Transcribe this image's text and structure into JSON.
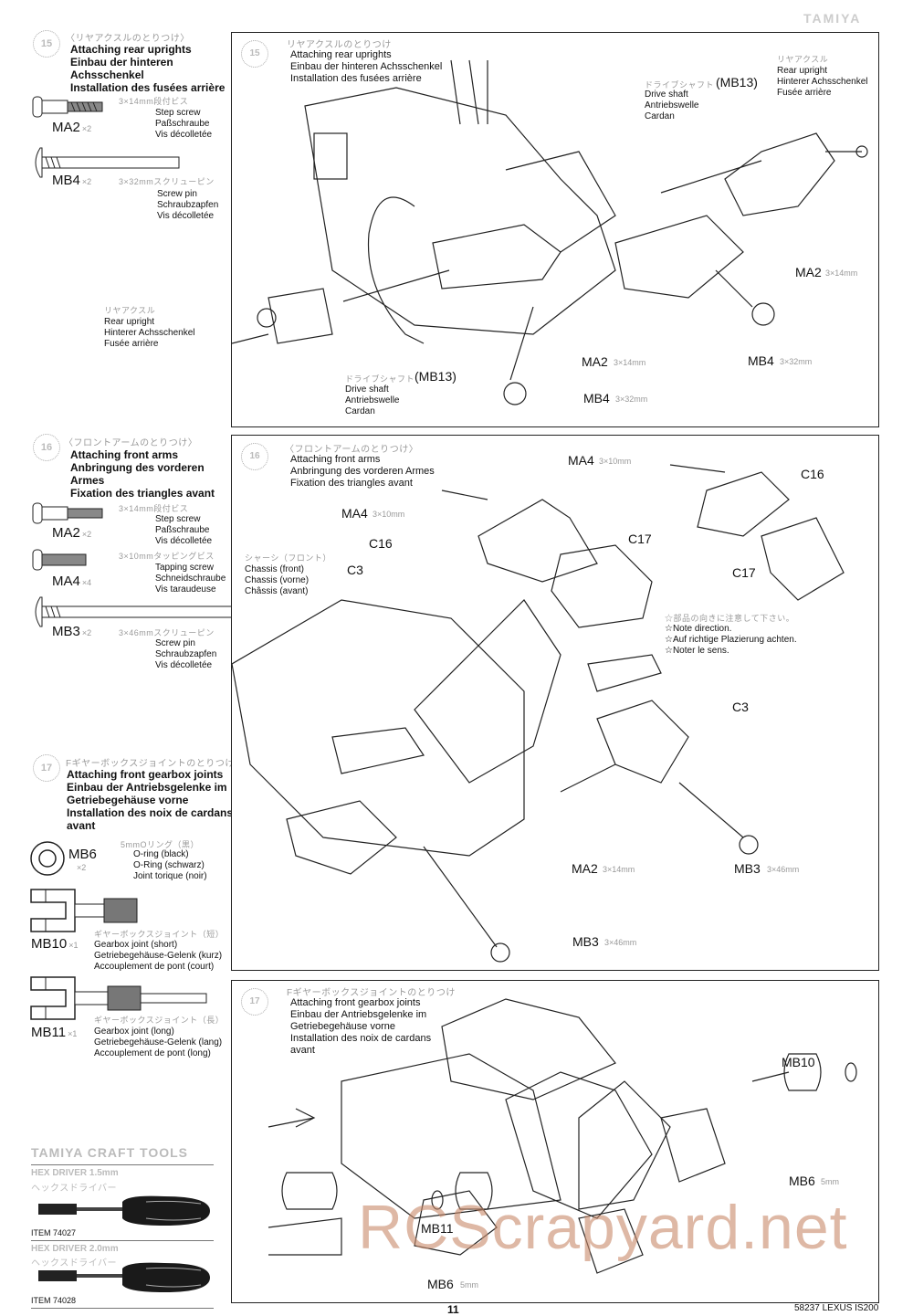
{
  "page": {
    "header_right_faded": "TAMIYA",
    "page_number": "11",
    "footer_model": "58237 LEXUS IS200",
    "watermark": "RCScrapyard.net"
  },
  "left_column": {
    "step15": {
      "step_number": "15",
      "jp_title": "〈リヤアクスルのとりつけ〉",
      "title_lines": [
        "Attaching rear uprights",
        "Einbau der hinteren",
        "Achsschenkel",
        "Installation des fusées arrière"
      ],
      "parts": [
        {
          "code": "MA2",
          "qty": "×2",
          "jp": "3×14mm段付ビス",
          "desc": [
            "Step screw",
            "Paßschraube",
            "Vis décolletée"
          ]
        },
        {
          "code": "MB4",
          "qty": "×2",
          "jp": "3×32mmスクリューピン",
          "desc": [
            "Screw pin",
            "Schraubzapfen",
            "Vis décolletée"
          ]
        }
      ]
    },
    "step16": {
      "step_number": "16",
      "jp_title": "〈フロントアームのとりつけ〉",
      "title_lines": [
        "Attaching front arms",
        "Anbringung des vorderen",
        "Armes",
        "Fixation des triangles avant"
      ],
      "parts": [
        {
          "code": "MA2",
          "qty": "×2",
          "jp": "3×14mm段付ビス",
          "desc": [
            "Step screw",
            "Paßschraube",
            "Vis décolletée"
          ]
        },
        {
          "code": "MA4",
          "qty": "×4",
          "jp": "3×10mmタッピングビス",
          "desc": [
            "Tapping screw",
            "Schneidschraube",
            "Vis taraudeuse"
          ]
        },
        {
          "code": "MB3",
          "qty": "×2",
          "jp": "3×46mmスクリューピン",
          "desc": [
            "Screw pin",
            "Schraubzapfen",
            "Vis décolletée"
          ]
        }
      ]
    },
    "step17": {
      "step_number": "17",
      "jp_title": "Fギヤーボックスジョイントのとりつけ",
      "title_lines": [
        "Attaching front gearbox joints",
        "Einbau der Antriebsgelenke im",
        "Getriebegehäuse vorne",
        "Installation des noix de cardans",
        "avant"
      ],
      "parts": [
        {
          "code": "MB6",
          "qty": "×2",
          "jp": "5mmOリング（黒）",
          "desc": [
            "O-ring (black)",
            "O-Ring (schwarz)",
            "Joint torique (noir)"
          ]
        },
        {
          "code": "MB10",
          "qty": "×1",
          "jp": "ギヤーボックスジョイント（短）",
          "desc": [
            "Gearbox joint (short)",
            "Getriebegehäuse-Gelenk (kurz)",
            "Accouplement de pont (court)"
          ]
        },
        {
          "code": "MB11",
          "qty": "×1",
          "jp": "ギヤーボックスジョイント（長）",
          "desc": [
            "Gearbox joint (long)",
            "Getriebegehäuse-Gelenk (lang)",
            "Accouplement de pont (long)"
          ]
        }
      ]
    },
    "tools": {
      "heading_faded": "TAMIYA CRAFT TOOLS",
      "items": [
        {
          "name_faded": "HEX DRIVER 1.5mm",
          "jp_faded": "ヘックスドライバー",
          "item": "ITEM 74027"
        },
        {
          "name_faded": "HEX DRIVER 2.0mm",
          "jp_faded": "ヘックスドライバー",
          "item": "ITEM 74028"
        }
      ]
    }
  },
  "panel15": {
    "jp_title": "リヤアクスルのとりつけ",
    "title_lines": [
      "Attaching rear uprights",
      "Einbau der hinteren Achsschenkel",
      "Installation des fusées arrière"
    ],
    "callouts": {
      "driveshaft_right": {
        "jp": "ドライブシャフト",
        "code": "(MB13)",
        "desc": [
          "Drive shaft",
          "Antriebswelle",
          "Cardan"
        ]
      },
      "upright_right": {
        "jp": "リヤアクスル",
        "desc": [
          "Rear upright",
          "Hinterer Achsschenkel",
          "Fusée arrière"
        ]
      },
      "upright_left": {
        "jp": "リヤアクスル",
        "desc": [
          "Rear upright",
          "Hinterer Achsschenkel",
          "Fusée arrière"
        ]
      },
      "driveshaft_left": {
        "jp": "ドライブシャフト",
        "code": "(MB13)",
        "desc": [
          "Drive shaft",
          "Antriebswelle",
          "Cardan"
        ]
      },
      "ma2_right": {
        "code": "MA2",
        "dim": "3×14mm"
      },
      "ma2_center": {
        "code": "MA2",
        "dim": "3×14mm"
      },
      "mb4_right": {
        "code": "MB4",
        "dim": "3×32mm"
      },
      "mb4_bottom": {
        "code": "MB4",
        "dim": "3×32mm"
      }
    }
  },
  "panel16": {
    "jp_title": "〈フロントアームのとりつけ〉",
    "title_lines": [
      "Attaching front arms",
      "Anbringung des vorderen Armes",
      "Fixation des triangles avant"
    ],
    "callouts": {
      "ma4_top": {
        "code": "MA4",
        "dim": "3×10mm"
      },
      "ma4_left": {
        "code": "MA4",
        "dim": "3×10mm"
      },
      "c16_left": "C16",
      "c16_right": "C16",
      "c17_center": "C17",
      "c17_right": "C17",
      "chassis": {
        "jp": "シャーシ（フロント）",
        "desc": [
          "Chassis (front)",
          "Chassis (vorne)",
          "Châssis (avant)"
        ]
      },
      "note": {
        "jp": "☆部品の向きに注意して下さい。",
        "lines": [
          "☆Note direction.",
          "☆Auf richtige Plazierung achten.",
          "☆Noter le sens."
        ]
      },
      "c3_right": "C3",
      "c3_left": "C3",
      "ma2": {
        "code": "MA2",
        "dim": "3×14mm"
      },
      "mb3_right": {
        "code": "MB3",
        "dim": "3×46mm"
      },
      "mb3_bottom": {
        "code": "MB3",
        "dim": "3×46mm"
      }
    }
  },
  "panel17": {
    "jp_title": "Fギヤーボックスジョイントのとりつけ",
    "title_lines": [
      "Attaching front gearbox joints",
      "Einbau der Antriebsgelenke im",
      "Getriebegehäuse vorne",
      "Installation des noix de cardans",
      "avant"
    ],
    "callouts": {
      "mb10": "MB10",
      "mb6_right": {
        "code": "MB6",
        "dim": "5mm"
      },
      "mb11": "MB11",
      "mb6_left": {
        "code": "MB6",
        "dim": "5mm"
      }
    }
  }
}
